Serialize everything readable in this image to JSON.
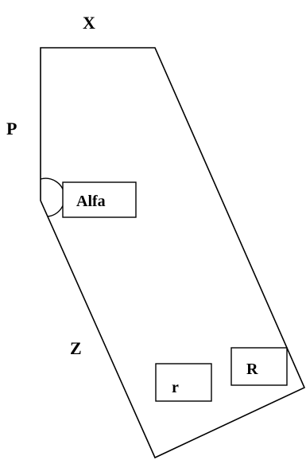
{
  "labels": {
    "top": "X",
    "left": "P",
    "slant": "Z",
    "angle": "Alfa",
    "outer_radius": "R",
    "inner_radius": "r"
  },
  "colors": {
    "stroke": "#000000",
    "background": "#ffffff"
  }
}
